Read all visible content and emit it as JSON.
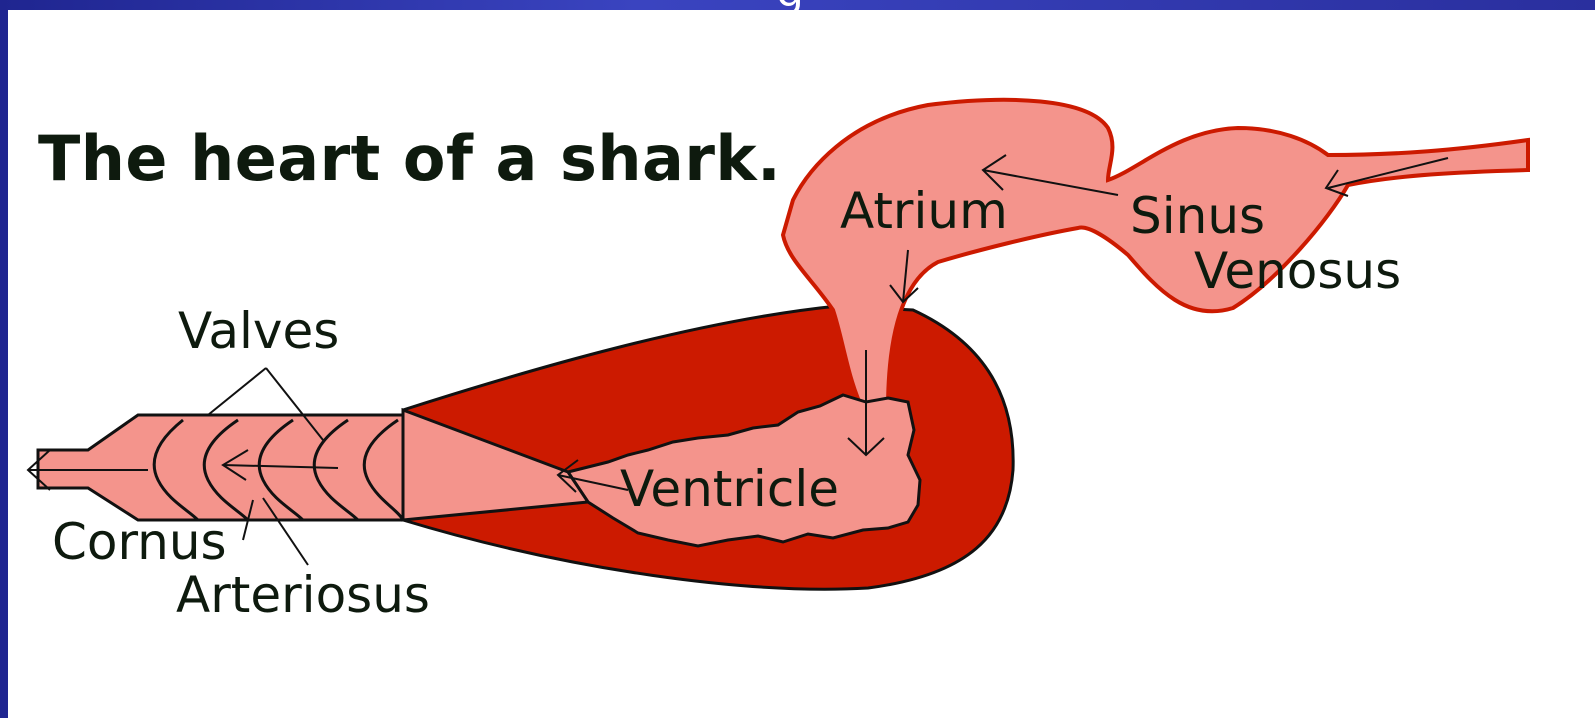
{
  "slide": {
    "top_title_fragment": "g"
  },
  "diagram": {
    "caption": "The heart of a shark.",
    "labels": {
      "atrium": "Atrium",
      "sinus": "Sinus",
      "venosus": "Venosus",
      "valves": "Valves",
      "ventricle": "Ventricle",
      "cornus": "Cornus",
      "arteriosus": "Arteriosus"
    }
  },
  "colors": {
    "slide_background": "#2a2f9e",
    "panel_background": "#ffffff",
    "muscle_dark_red": "#cc1a00",
    "chamber_pink": "#f4948c",
    "outline": "#111111",
    "text": "#0e1a0e"
  }
}
